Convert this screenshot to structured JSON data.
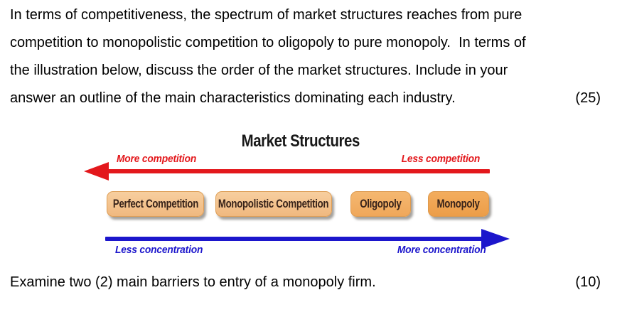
{
  "question_competitiveness": {
    "lines": [
      "In terms of competitiveness, the spectrum of market structures reaches from pure",
      "competition to monopolistic competition to oligopoly to pure monopoly.  In terms of",
      "the illustration below, discuss the order of the market structures. Include in your",
      "answer an outline of the main characteristics dominating each industry."
    ],
    "marks": "(25)"
  },
  "diagram": {
    "title": "Market Structures",
    "competition_axis": {
      "direction": "left",
      "color": "#e3181c",
      "left_label": "More competition",
      "right_label": "Less competition"
    },
    "structure_boxes": [
      {
        "label": "Perfect Competition",
        "fill_top": "#f7cf9f",
        "fill_bottom": "#f0b87f"
      },
      {
        "label": "Monopolistic Competition",
        "fill_top": "#f7cf9f",
        "fill_bottom": "#f0b87f"
      },
      {
        "label": "Oligopoly",
        "fill_top": "#f5b871",
        "fill_bottom": "#efa75a"
      },
      {
        "label": "Monopoly",
        "fill_top": "#f3ad5e",
        "fill_bottom": "#ec9d48"
      }
    ],
    "concentration_axis": {
      "direction": "right",
      "color": "#1c16cc",
      "left_label": "Less concentration",
      "right_label": "More concentration"
    }
  },
  "question_barriers": {
    "text": "Examine two (2) main barriers to entry of a monopoly firm.",
    "marks": "(10)"
  }
}
